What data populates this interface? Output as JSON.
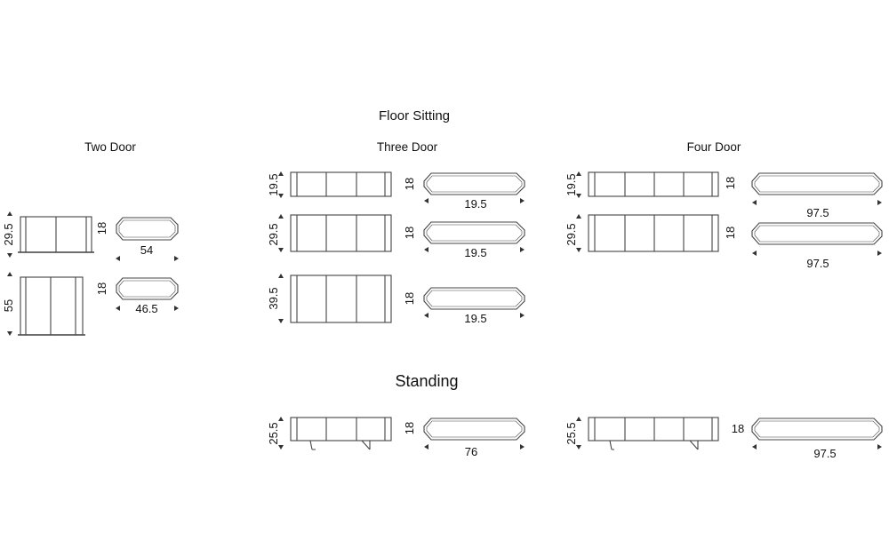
{
  "sections": {
    "floor_sitting": "Floor Sitting",
    "standing": "Standing"
  },
  "columns": {
    "two_door": "Two Door",
    "three_door": "Three Door",
    "four_door": "Four Door"
  },
  "dims": {
    "two_a_height": "29.5",
    "two_a_depth": "18",
    "two_a_width": "54",
    "two_b_height": "55",
    "two_b_depth": "18",
    "two_b_width": "46.5",
    "three_a_height": "19.5",
    "three_a_depth": "18",
    "three_a_width": "19.5",
    "three_b_height": "29.5",
    "three_b_depth": "18",
    "three_b_width": "19.5",
    "three_c_height": "39.5",
    "three_c_depth": "18",
    "three_c_width": "19.5",
    "four_a_height": "19.5",
    "four_a_depth": "18",
    "four_a_width": "97.5",
    "four_b_height": "29.5",
    "four_b_depth": "18",
    "four_b_width": "97.5",
    "stand_three_height": "25.5",
    "stand_three_depth": "18",
    "stand_three_width": "76",
    "stand_four_height": "25.5",
    "stand_four_depth": "18",
    "stand_four_width": "97.5"
  },
  "colors": {
    "line": "#444444",
    "text": "#111111"
  }
}
